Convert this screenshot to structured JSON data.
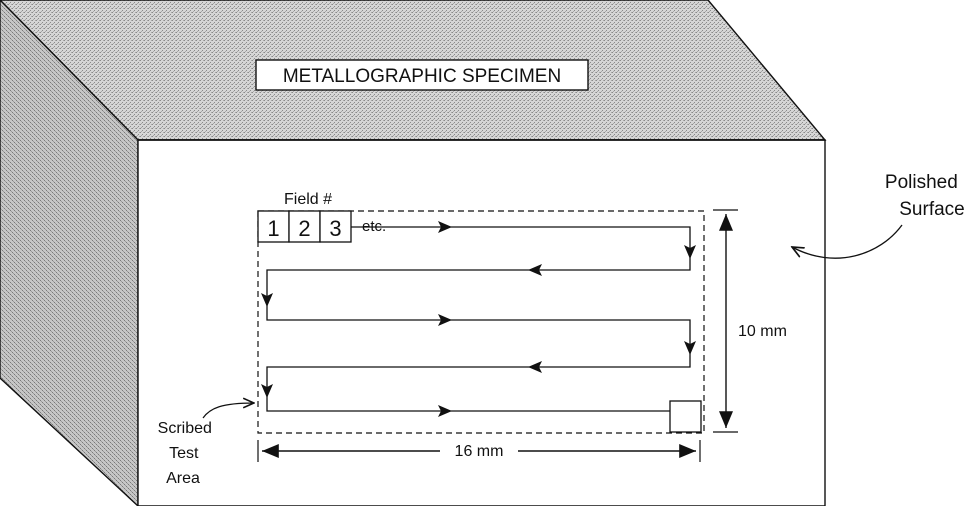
{
  "specimen": {
    "title": "METALLOGRAPHIC SPECIMEN"
  },
  "labels": {
    "field_header": "Field #",
    "field_numbers": [
      "1",
      "2",
      "3"
    ],
    "etc": "etc.",
    "polished_surface": [
      "Polished",
      "Surface"
    ],
    "scribed_test_area": [
      "Scribed",
      "Test",
      "Area"
    ],
    "height_dimension": "10 mm",
    "width_dimension": "16 mm"
  },
  "colors": {
    "ink": "#111111",
    "paper": "#ffffff",
    "shade_light": "#d6d6d6",
    "shade_dark": "#8a8a8a"
  }
}
